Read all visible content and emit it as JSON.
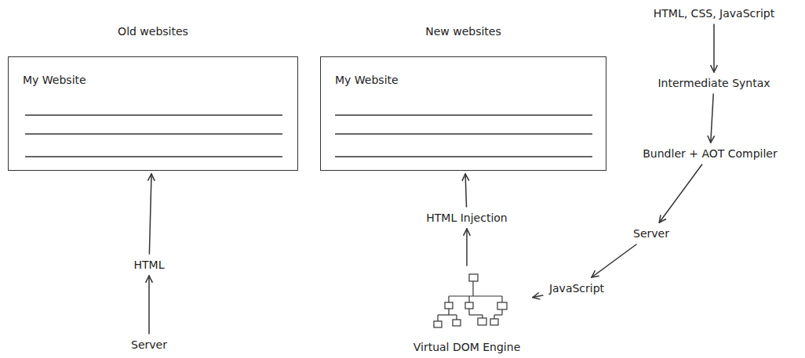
{
  "diagram": {
    "nodes": [
      {
        "text": [
          "Old websites",
          "My Website"
        ]
      },
      {
        "text": [
          "HTML"
        ]
      },
      {
        "text": [
          "Server"
        ]
      },
      {
        "text": [
          "New websites",
          "My Website"
        ]
      },
      {
        "text": [
          "HTML Injection"
        ]
      },
      {
        "text": [
          "Virtual DOM Engine"
        ]
      },
      {
        "text": [
          "HTML, CSS, JavaScript"
        ]
      },
      {
        "text": [
          "Intermediate Syntax"
        ]
      },
      {
        "text": [
          "Bundler + AOT Compiler"
        ]
      },
      {
        "text": [
          "Server"
        ]
      },
      {
        "text": [
          "JavaScript"
        ]
      }
    ],
    "edges": [
      {
        "from": 2,
        "to": 1,
        "arrow": "to"
      },
      {
        "from": 1,
        "to": 0,
        "arrow": "to"
      },
      {
        "from": 5,
        "to": 4,
        "arrow": "to"
      },
      {
        "from": 4,
        "to": 3,
        "arrow": "to"
      },
      {
        "from": 6,
        "to": 7,
        "arrow": "to"
      },
      {
        "from": 7,
        "to": 8,
        "arrow": "to"
      },
      {
        "from": 8,
        "to": 9,
        "arrow": "to"
      },
      {
        "from": 9,
        "to": 10,
        "arrow": "to"
      },
      {
        "from": 10,
        "to": 5,
        "arrow": "to"
      }
    ]
  }
}
